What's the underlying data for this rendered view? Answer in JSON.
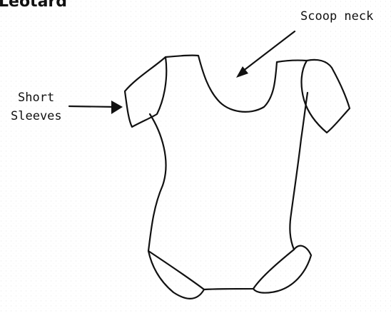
{
  "title": "Leotard",
  "labels": {
    "scoop_neck": "Scoop neck",
    "short_sleeves_line1": "Short",
    "short_sleeves_line2": "Sleeves"
  },
  "colors": {
    "ink": "#111111",
    "background": "#ffffff"
  }
}
